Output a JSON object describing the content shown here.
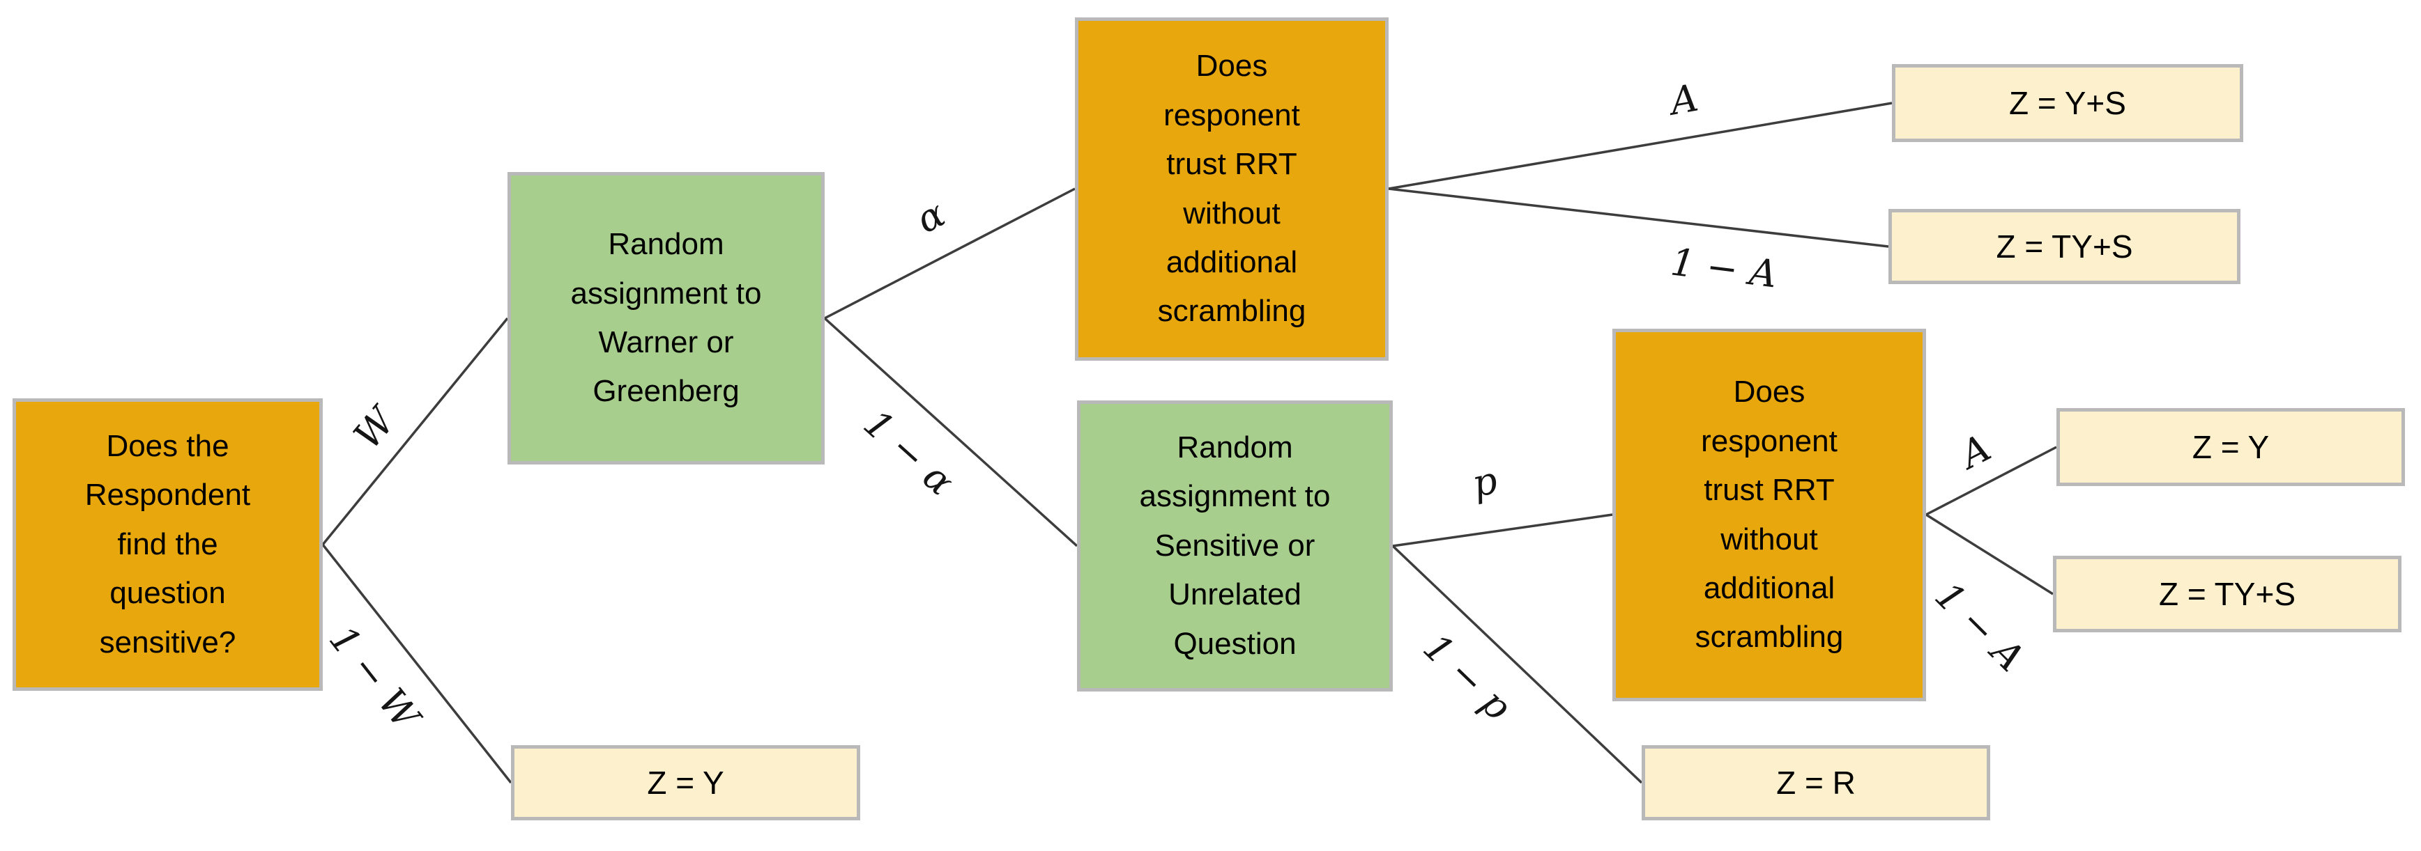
{
  "diagram": {
    "background": "#FFFFFF",
    "colors": {
      "question_fill": "#E8A70C",
      "assignment_fill": "#A8CE8E",
      "outcome_fill": "#FCF0CD",
      "box_border": "#B9B9B9",
      "edge_line": "#3D3D3D",
      "text": "#000000"
    },
    "nodes": [
      {
        "id": "root-question",
        "kind": "question",
        "text": "Does the\nRespondent\nfind the\nquestion\nsensitive?"
      },
      {
        "id": "warner-greenberg-assignment",
        "kind": "assignment",
        "text": "Random\nassignment to\nWarner or\nGreenberg"
      },
      {
        "id": "trust-rrt-question-top",
        "kind": "question",
        "text": "Does\nresponent\ntrust RRT\nwithout\nadditional\nscrambling"
      },
      {
        "id": "sensitive-unrelated-assignment",
        "kind": "assignment",
        "text": "Random\nassignment to\nSensitive or\nUnrelated\nQuestion"
      },
      {
        "id": "trust-rrt-question-bottom",
        "kind": "question",
        "text": "Does\nresponent\ntrust RRT\nwithout\nadditional\nscrambling"
      },
      {
        "id": "outcome-z-ys",
        "kind": "outcome",
        "text": "Z = Y+S"
      },
      {
        "id": "outcome-z-tys-top",
        "kind": "outcome",
        "text": "Z = TY+S"
      },
      {
        "id": "outcome-z-y-left",
        "kind": "outcome",
        "text": "Z = Y"
      },
      {
        "id": "outcome-z-y-right",
        "kind": "outcome",
        "text": "Z = Y"
      },
      {
        "id": "outcome-z-tys-right",
        "kind": "outcome",
        "text": "Z = TY+S"
      },
      {
        "id": "outcome-z-r",
        "kind": "outcome",
        "text": "Z = R"
      }
    ],
    "edges": [
      {
        "from": "root-question",
        "to": "warner-greenberg-assignment",
        "label": "W"
      },
      {
        "from": "root-question",
        "to": "outcome-z-y-left",
        "label": "1 − W"
      },
      {
        "from": "warner-greenberg-assignment",
        "to": "trust-rrt-question-top",
        "label": "α"
      },
      {
        "from": "warner-greenberg-assignment",
        "to": "sensitive-unrelated-assignment",
        "label": "1 − α"
      },
      {
        "from": "trust-rrt-question-top",
        "to": "outcome-z-ys",
        "label": "A"
      },
      {
        "from": "trust-rrt-question-top",
        "to": "outcome-z-tys-top",
        "label": "1 − A"
      },
      {
        "from": "sensitive-unrelated-assignment",
        "to": "trust-rrt-question-bottom",
        "label": "p"
      },
      {
        "from": "sensitive-unrelated-assignment",
        "to": "outcome-z-r",
        "label": "1 − p"
      },
      {
        "from": "trust-rrt-question-bottom",
        "to": "outcome-z-y-right",
        "label": "A"
      },
      {
        "from": "trust-rrt-question-bottom",
        "to": "outcome-z-tys-right",
        "label": "1 − A"
      }
    ]
  }
}
